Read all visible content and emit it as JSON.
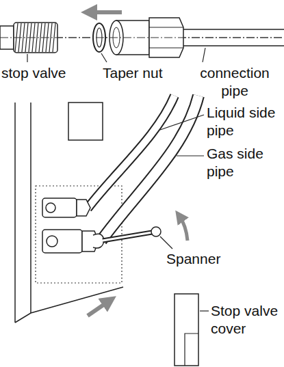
{
  "diagram": {
    "labels": [
      "stop valve",
      "Taper nut",
      "connection pipe",
      "Liquid side pipe",
      "Gas side pipe",
      "Spanner",
      "Stop valve cover"
    ]
  }
}
